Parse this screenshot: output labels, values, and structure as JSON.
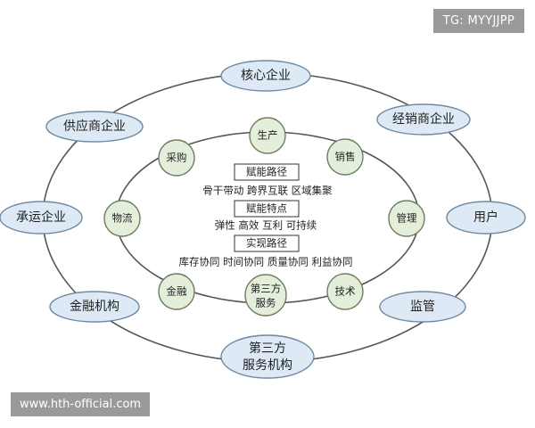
{
  "watermarks": {
    "top_right": "TG: MYYJJPP",
    "bottom_left": "www.hth-official.com"
  },
  "outer_ring": {
    "nodes": {
      "core_enterprise": "核心企业",
      "supplier": "供应商企业",
      "distributor": "经销商企业",
      "carrier": "承运企业",
      "user": "用户",
      "finance_institution": "金融机构",
      "supervision": "监管",
      "third_party_institution": [
        "第三方",
        "服务机构"
      ]
    }
  },
  "inner_ring": {
    "nodes": {
      "production": "生产",
      "procurement": "采购",
      "sales": "销售",
      "logistics": "物流",
      "management": "管理",
      "finance": "金融",
      "third_party_service": [
        "第三方",
        "服务"
      ],
      "technology": "技术"
    }
  },
  "center": {
    "path_heading": "赋能路径",
    "path_items": "骨干带动  跨界互联  区域集聚",
    "feature_heading": "赋能特点",
    "feature_items": "弹性  高效  互利  可持续",
    "impl_heading": "实现路径",
    "impl_items": "库存协同  时间协同  质量协同  利益协同"
  }
}
